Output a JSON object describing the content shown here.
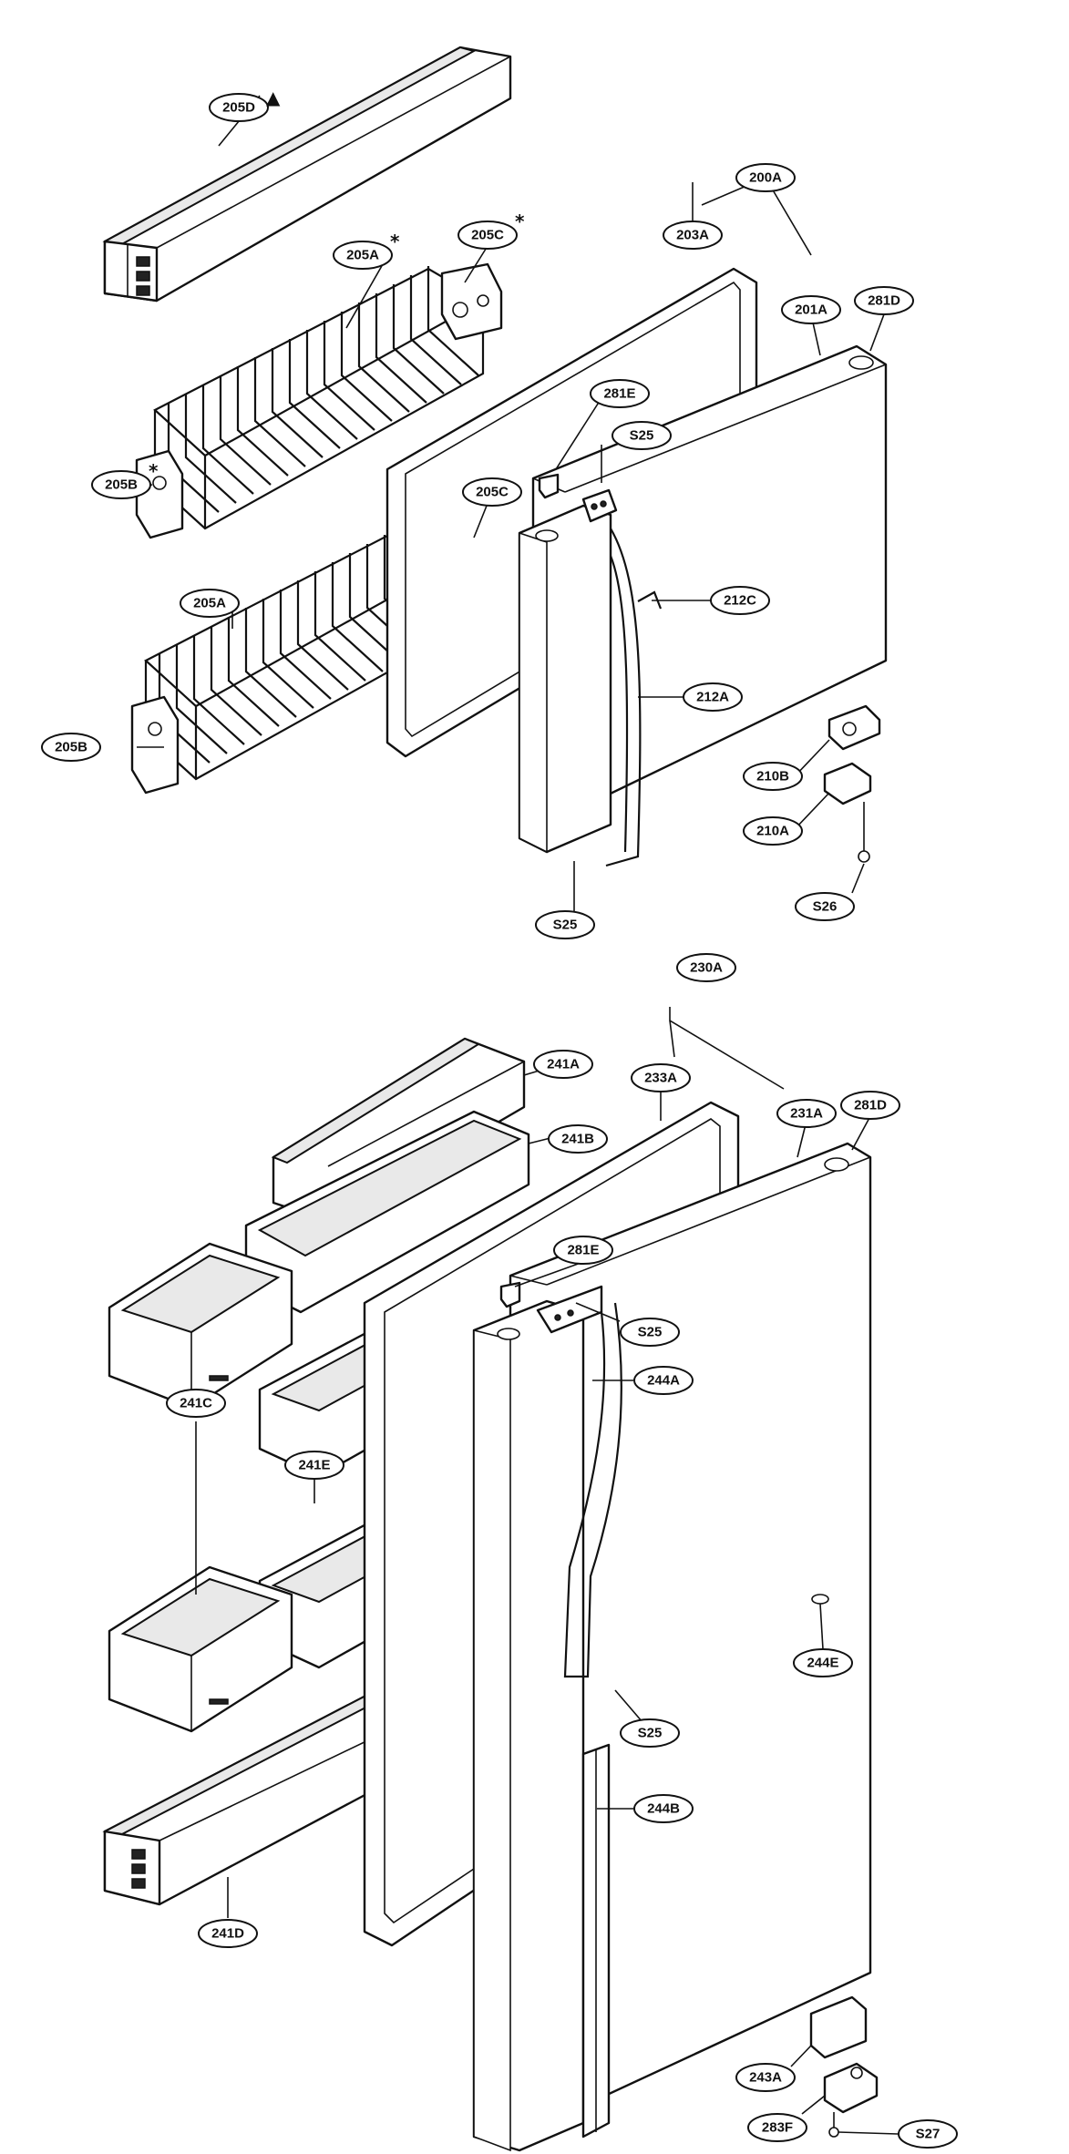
{
  "diagram": {
    "type": "exploded-parts-view",
    "subject": "refrigerator doors, bins and shelves"
  },
  "callouts": [
    {
      "id": "205D",
      "label": "205D",
      "mark": "▲"
    },
    {
      "id": "205A_top",
      "label": "205A",
      "mark": "*"
    },
    {
      "id": "205C_top",
      "label": "205C",
      "mark": "*"
    },
    {
      "id": "205B_top",
      "label": "205B",
      "mark": "*"
    },
    {
      "id": "205C_mid",
      "label": "205C",
      "mark": ""
    },
    {
      "id": "205A_mid",
      "label": "205A",
      "mark": ""
    },
    {
      "id": "205B_mid",
      "label": "205B",
      "mark": ""
    },
    {
      "id": "200A",
      "label": "200A",
      "mark": ""
    },
    {
      "id": "203A",
      "label": "203A",
      "mark": ""
    },
    {
      "id": "201A",
      "label": "201A",
      "mark": ""
    },
    {
      "id": "281D_top",
      "label": "281D",
      "mark": ""
    },
    {
      "id": "281E_top",
      "label": "281E",
      "mark": ""
    },
    {
      "id": "S25_top",
      "label": "S25",
      "mark": ""
    },
    {
      "id": "212C",
      "label": "212C",
      "mark": ""
    },
    {
      "id": "212A",
      "label": "212A",
      "mark": ""
    },
    {
      "id": "210B",
      "label": "210B",
      "mark": ""
    },
    {
      "id": "210A",
      "label": "210A",
      "mark": ""
    },
    {
      "id": "S26",
      "label": "S26",
      "mark": ""
    },
    {
      "id": "S25_low",
      "label": "S25",
      "mark": ""
    },
    {
      "id": "230A",
      "label": "230A",
      "mark": ""
    },
    {
      "id": "241A",
      "label": "241A",
      "mark": ""
    },
    {
      "id": "233A",
      "label": "233A",
      "mark": ""
    },
    {
      "id": "231A",
      "label": "231A",
      "mark": ""
    },
    {
      "id": "281D_bot",
      "label": "281D",
      "mark": ""
    },
    {
      "id": "241B",
      "label": "241B",
      "mark": ""
    },
    {
      "id": "281E_bot",
      "label": "281E",
      "mark": ""
    },
    {
      "id": "S25_bot1",
      "label": "S25",
      "mark": ""
    },
    {
      "id": "241C",
      "label": "241C",
      "mark": ""
    },
    {
      "id": "241E",
      "label": "241E",
      "mark": ""
    },
    {
      "id": "244A",
      "label": "244A",
      "mark": ""
    },
    {
      "id": "244E",
      "label": "244E",
      "mark": ""
    },
    {
      "id": "S25_bot2",
      "label": "S25",
      "mark": ""
    },
    {
      "id": "244B",
      "label": "244B",
      "mark": ""
    },
    {
      "id": "241D",
      "label": "241D",
      "mark": ""
    },
    {
      "id": "243A",
      "label": "243A",
      "mark": ""
    },
    {
      "id": "283F",
      "label": "283F",
      "mark": ""
    },
    {
      "id": "S27",
      "label": "S27",
      "mark": ""
    }
  ]
}
